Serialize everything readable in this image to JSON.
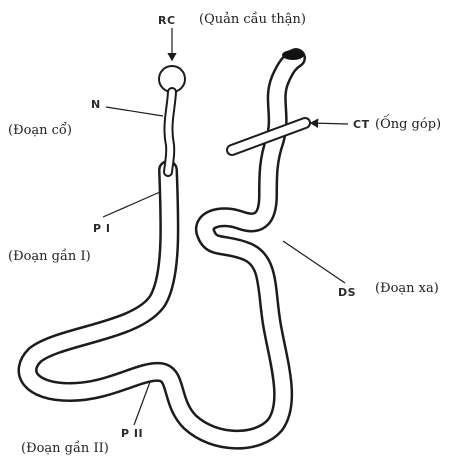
{
  "labels": {
    "rc": {
      "abbr": "RC",
      "name": "(Quản cầu thận)"
    },
    "n": {
      "abbr": "N",
      "name": "(Đoạn cổ)"
    },
    "p1": {
      "abbr": "P I",
      "name": "(Đoạn gần I)"
    },
    "p2": {
      "abbr": "P II",
      "name": "(Đoạn gần II)"
    },
    "ds": {
      "abbr": "DS",
      "name": "(Đoạn xa)"
    },
    "ct": {
      "abbr": "CT",
      "name": "(Ống góp)"
    }
  }
}
